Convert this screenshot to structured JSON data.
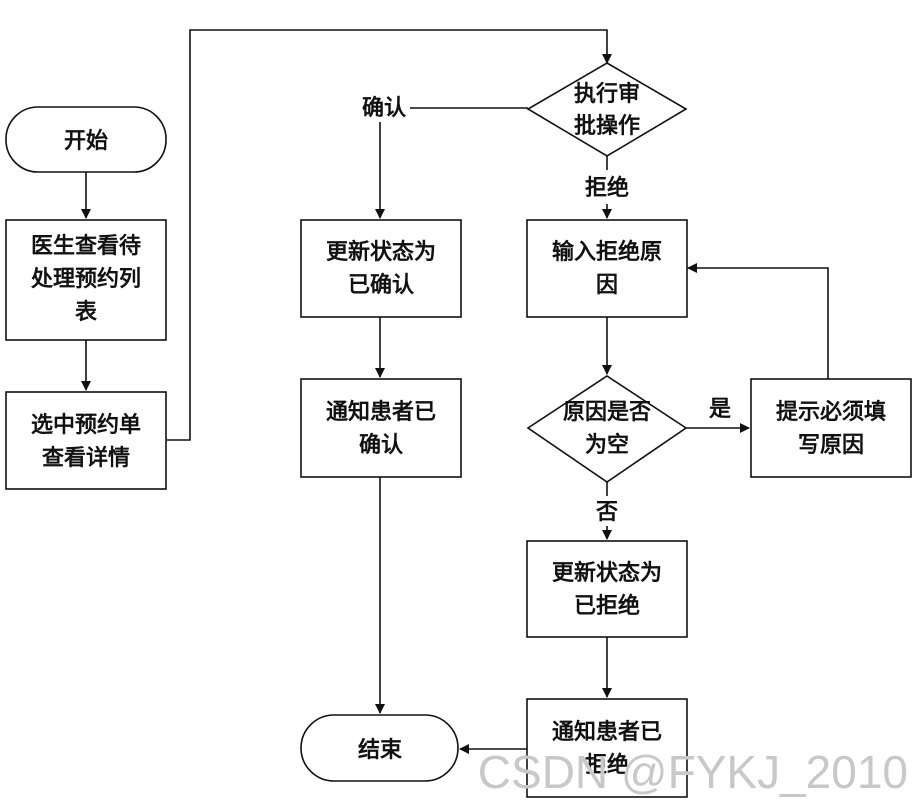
{
  "nodes": {
    "start": "开始",
    "doctor_view_list": [
      "医生查看待",
      "处理预约列",
      "表"
    ],
    "select_view_detail": [
      "选中预约单",
      "查看详情"
    ],
    "approve_decision": [
      "执行审",
      "批操作"
    ],
    "update_confirmed": [
      "更新状态为",
      "已确认"
    ],
    "notify_confirmed": [
      "通知患者已",
      "确认"
    ],
    "input_reason": [
      "输入拒绝原",
      "因"
    ],
    "reason_empty_decision": [
      "原因是否",
      "为空"
    ],
    "prompt_required": [
      "提示必须填",
      "写原因"
    ],
    "update_rejected": [
      "更新状态为",
      "已拒绝"
    ],
    "notify_rejected": [
      "通知患者已",
      "拒绝"
    ],
    "end": "结束"
  },
  "edges": {
    "confirm": "确认",
    "reject": "拒绝",
    "yes": "是",
    "no": "否"
  },
  "watermark": "CSDN @FYKJ_2010"
}
